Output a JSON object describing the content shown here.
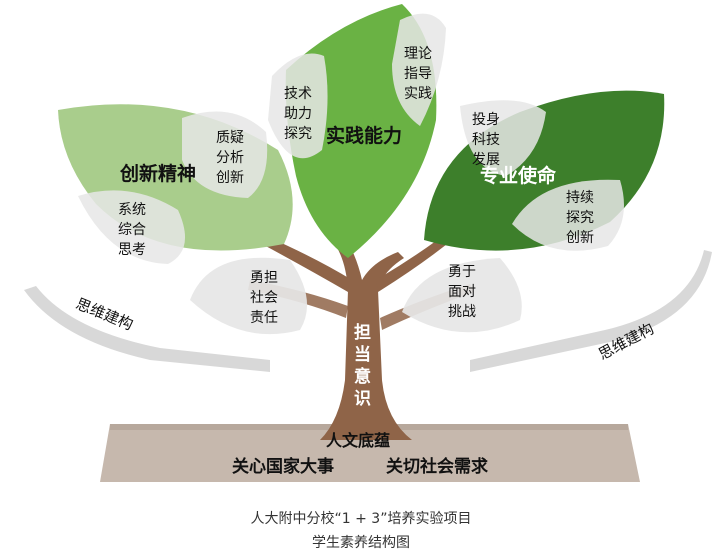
{
  "colors": {
    "light_green": "#a9cd8c",
    "mid_green": "#6ab244",
    "dark_green": "#3d7f2b",
    "trunk": "#8f6448",
    "root_band": "#c6b8ad",
    "petal": "#e6e6e6",
    "arc": "#d8d8d8",
    "text": "#111111"
  },
  "leaves": {
    "innovation": {
      "title": "创新精神",
      "sub_top": [
        "质疑",
        "分析",
        "创新"
      ],
      "sub_bottom": [
        "系统",
        "综合",
        "思考"
      ]
    },
    "practice": {
      "title": "实践能力",
      "sub_left": [
        "技术",
        "助力",
        "探究"
      ],
      "sub_right": [
        "理论",
        "指导",
        "实践"
      ]
    },
    "mission": {
      "title": "专业使命",
      "sub_top": [
        "投身",
        "科技",
        "发展"
      ],
      "sub_bottom": [
        "持续",
        "探究",
        "创新"
      ]
    }
  },
  "branch_petals": {
    "left": [
      "勇担",
      "社会",
      "责任"
    ],
    "right": [
      "勇于",
      "面对",
      "挑战"
    ]
  },
  "trunk_label": [
    "担",
    "当",
    "意",
    "识"
  ],
  "arc_labels": {
    "left": "思维建构",
    "right": "思维建构"
  },
  "root": {
    "title": "人文底蕴",
    "left": "关心国家大事",
    "right": "关切社会需求"
  },
  "caption": {
    "line1": "人大附中分校“1 + 3”培养实验项目",
    "line2": "学生素养结构图"
  }
}
